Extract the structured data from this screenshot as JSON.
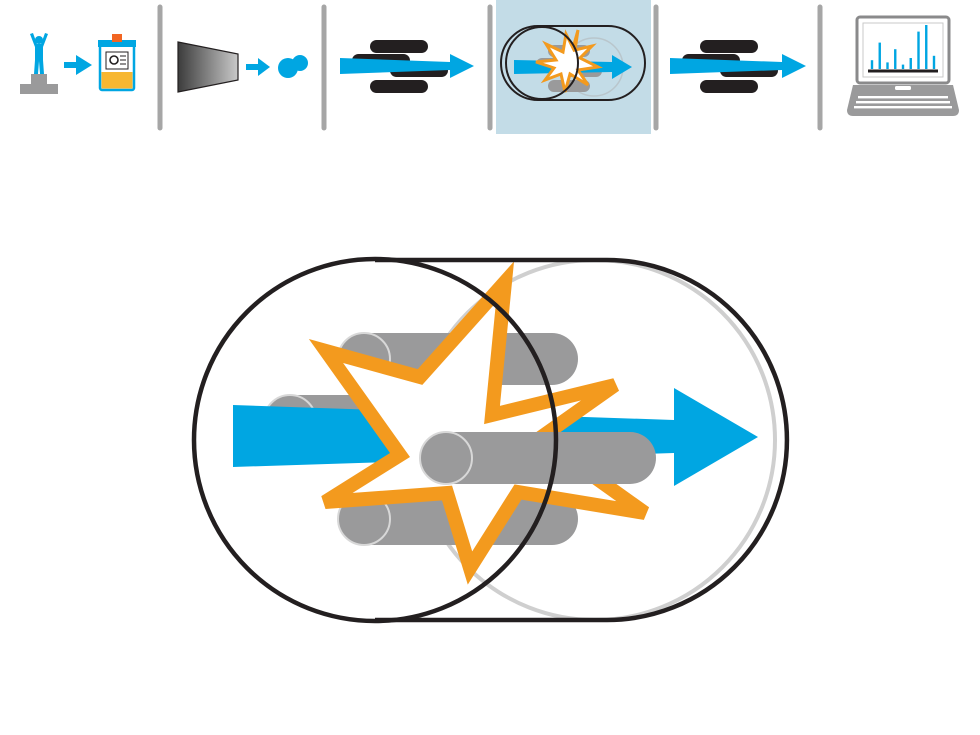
{
  "workflow": {
    "active_step": 4,
    "steps": [
      {
        "id": "sample-collection",
        "icon": "person-to-urine-cup-icon"
      },
      {
        "id": "ion-source",
        "icon": "ion-source-funnel-icon"
      },
      {
        "id": "first-quadrupole",
        "icon": "quadrupole-rods-arrow-icon"
      },
      {
        "id": "collision-cell",
        "icon": "collision-cell-icon"
      },
      {
        "id": "third-quadrupole",
        "icon": "quadrupole-rods-arrow-icon"
      },
      {
        "id": "data-analysis",
        "icon": "laptop-spectrum-icon"
      }
    ]
  },
  "colors": {
    "ion_beam": "#00a6e2",
    "rods": "#9a9a9b",
    "rod_highlight": "#d8d8d8",
    "collision_burst": "#f39a1e",
    "outline": "#231f20",
    "ghost_outline": "#cfcfcf",
    "active_step_bg": "#c3dce7",
    "divider": "#a6a6a6",
    "biohazard_cap": "#f26522",
    "urine": "#f7b731"
  },
  "laptop_spectrum_bars": [
    0.2,
    0.6,
    0.15,
    0.45,
    0.1,
    0.25,
    0.85,
    1.0,
    0.3
  ]
}
